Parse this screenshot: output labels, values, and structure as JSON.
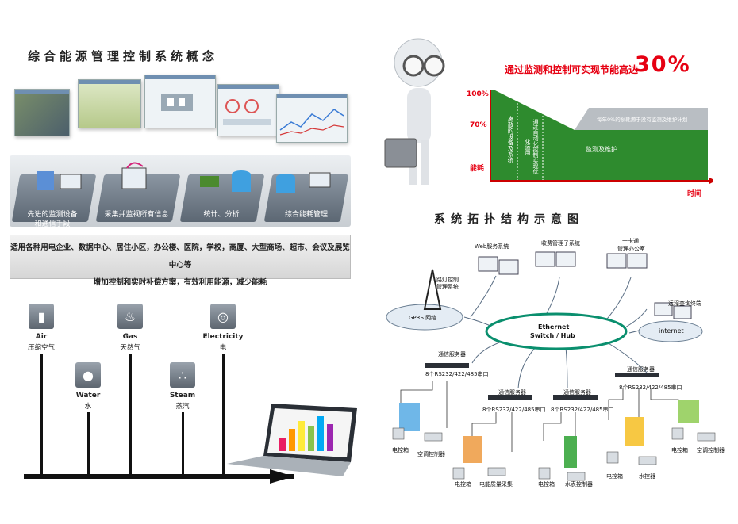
{
  "left_panel": {
    "title": "综合能源管理控制系统概念",
    "stages": [
      {
        "label": "先进的监测设备\n和通信手段"
      },
      {
        "label": "采集并监视所有信息"
      },
      {
        "label": "统计、分析"
      },
      {
        "label": "综合能耗管理"
      }
    ],
    "description_line1": "适用各种用电企业、数据中心、居住小区，办公楼、医院，学校，商厦、大型商场、超市、会议及展览中心等",
    "description_line2": "增加控制和实时补偿方案，有效利用能源，减少能耗",
    "sources": [
      {
        "en": "Air",
        "zh": "压缩空气",
        "icon": "air-bottle-icon"
      },
      {
        "en": "Gas",
        "zh": "天然气",
        "icon": "flame-icon"
      },
      {
        "en": "Electricity",
        "zh": "电",
        "icon": "meter-icon"
      },
      {
        "en": "Water",
        "zh": "水",
        "icon": "water-drop-icon"
      },
      {
        "en": "Steam",
        "zh": "蒸汽",
        "icon": "steam-icon"
      }
    ]
  },
  "saving_chart": {
    "headline": "通过监测和控制可实现节能高达",
    "headline_value": "30%",
    "y_labels": [
      "100%",
      "70%",
      "能耗"
    ],
    "x_label": "时间",
    "phase1": "离散的设备及系统",
    "phase2": "通过自动化控制实现优化运用",
    "phase3": "监测及维护",
    "note": "每年0%的损耗源于没有监测及维护计划",
    "accent_color": "#2e8b2e",
    "headline_color": "#e60012"
  },
  "topology": {
    "title": "系统拓扑结构示意图",
    "hub_line1": "Ethernet",
    "hub_line2": "Switch / Hub",
    "nodes": {
      "web": "Web服务系统",
      "billing": "收费管理子系统",
      "card_line1": "一卡通",
      "card_line2": "管理办公室",
      "streetlight_line1": "路灯控制",
      "streetlight_line2": "管理系统",
      "gprs": "GPRS 网络",
      "remote": "远程查询终端",
      "internet": "internet"
    },
    "servers": [
      {
        "name": "通信服务器",
        "ports": "8个RS232/422/485串口"
      },
      {
        "name": "通信服务器",
        "ports": "8个RS232/422/485串口"
      },
      {
        "name": "通信服务器",
        "ports": "8个RS232/422/485串口"
      },
      {
        "name": "通信服务器",
        "ports": "8个RS232/422/485串口"
      }
    ],
    "devices": [
      "电控箱",
      "空调控制器",
      "电控箱",
      "电能质量采集",
      "电控箱",
      "水表控制器",
      "电控箱",
      "水控器",
      "电控箱",
      "空调控制器"
    ]
  }
}
